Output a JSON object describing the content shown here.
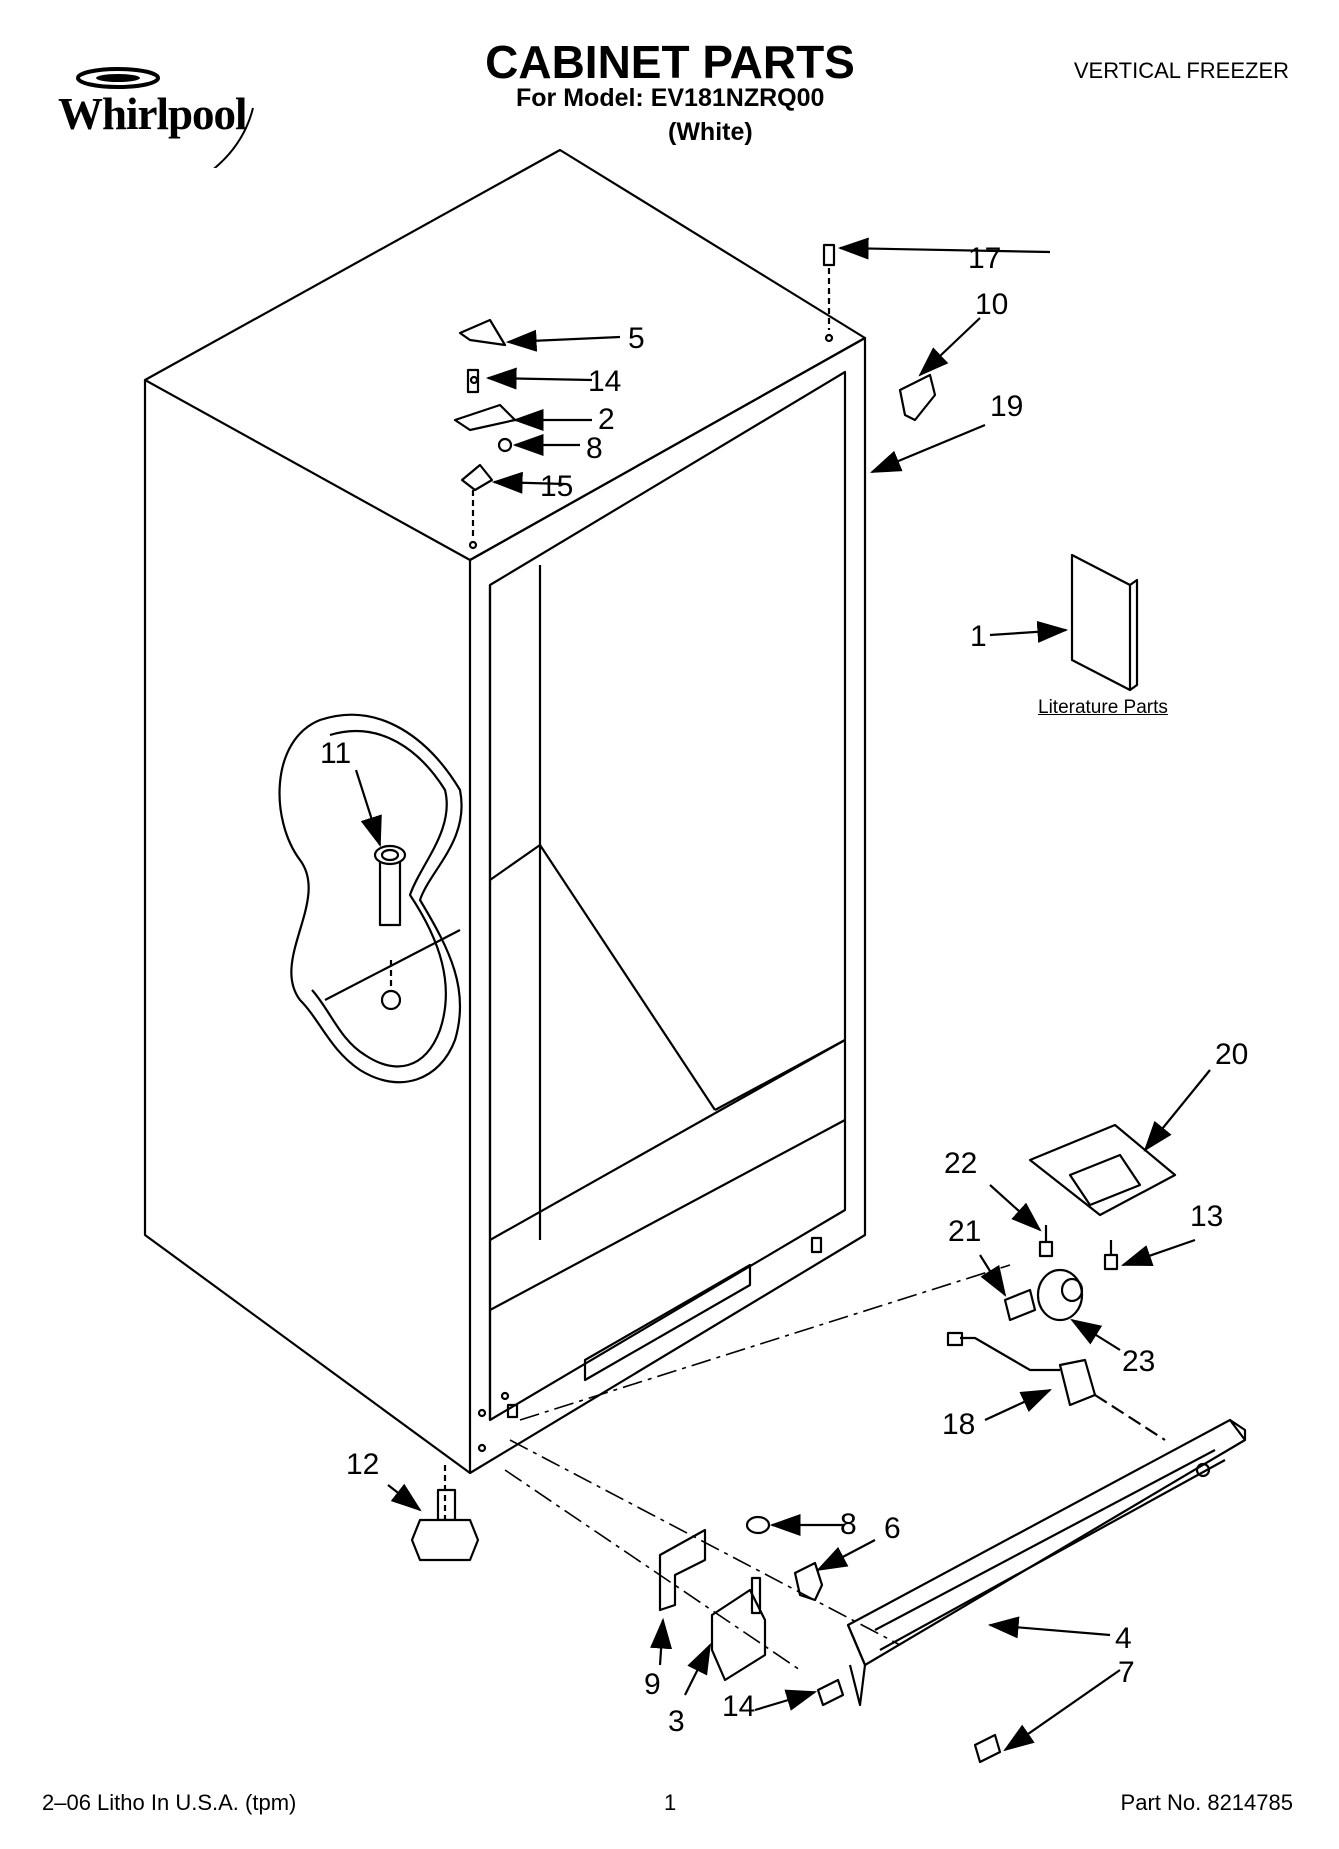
{
  "header": {
    "brand": "Whirlpool",
    "title": "CABINET PARTS",
    "model_line": "For Model: EV181NZRQ00",
    "variant": "(White)",
    "product_type": "VERTICAL FREEZER"
  },
  "diagram": {
    "literature_label": "Literature Parts",
    "callouts": {
      "c1": "1",
      "c2": "2",
      "c3": "3",
      "c4": "4",
      "c5": "5",
      "c6": "6",
      "c7": "7",
      "c8a": "8",
      "c8b": "8",
      "c9": "9",
      "c10": "10",
      "c11": "11",
      "c12": "12",
      "c13": "13",
      "c14a": "14",
      "c14b": "14",
      "c15": "15",
      "c17": "17",
      "c18": "18",
      "c19": "19",
      "c20": "20",
      "c21": "21",
      "c22": "22",
      "c23": "23"
    }
  },
  "footer": {
    "litho": "2–06 Litho In U.S.A. (tpm)",
    "page": "1",
    "part_no": "Part No. 8214785"
  }
}
